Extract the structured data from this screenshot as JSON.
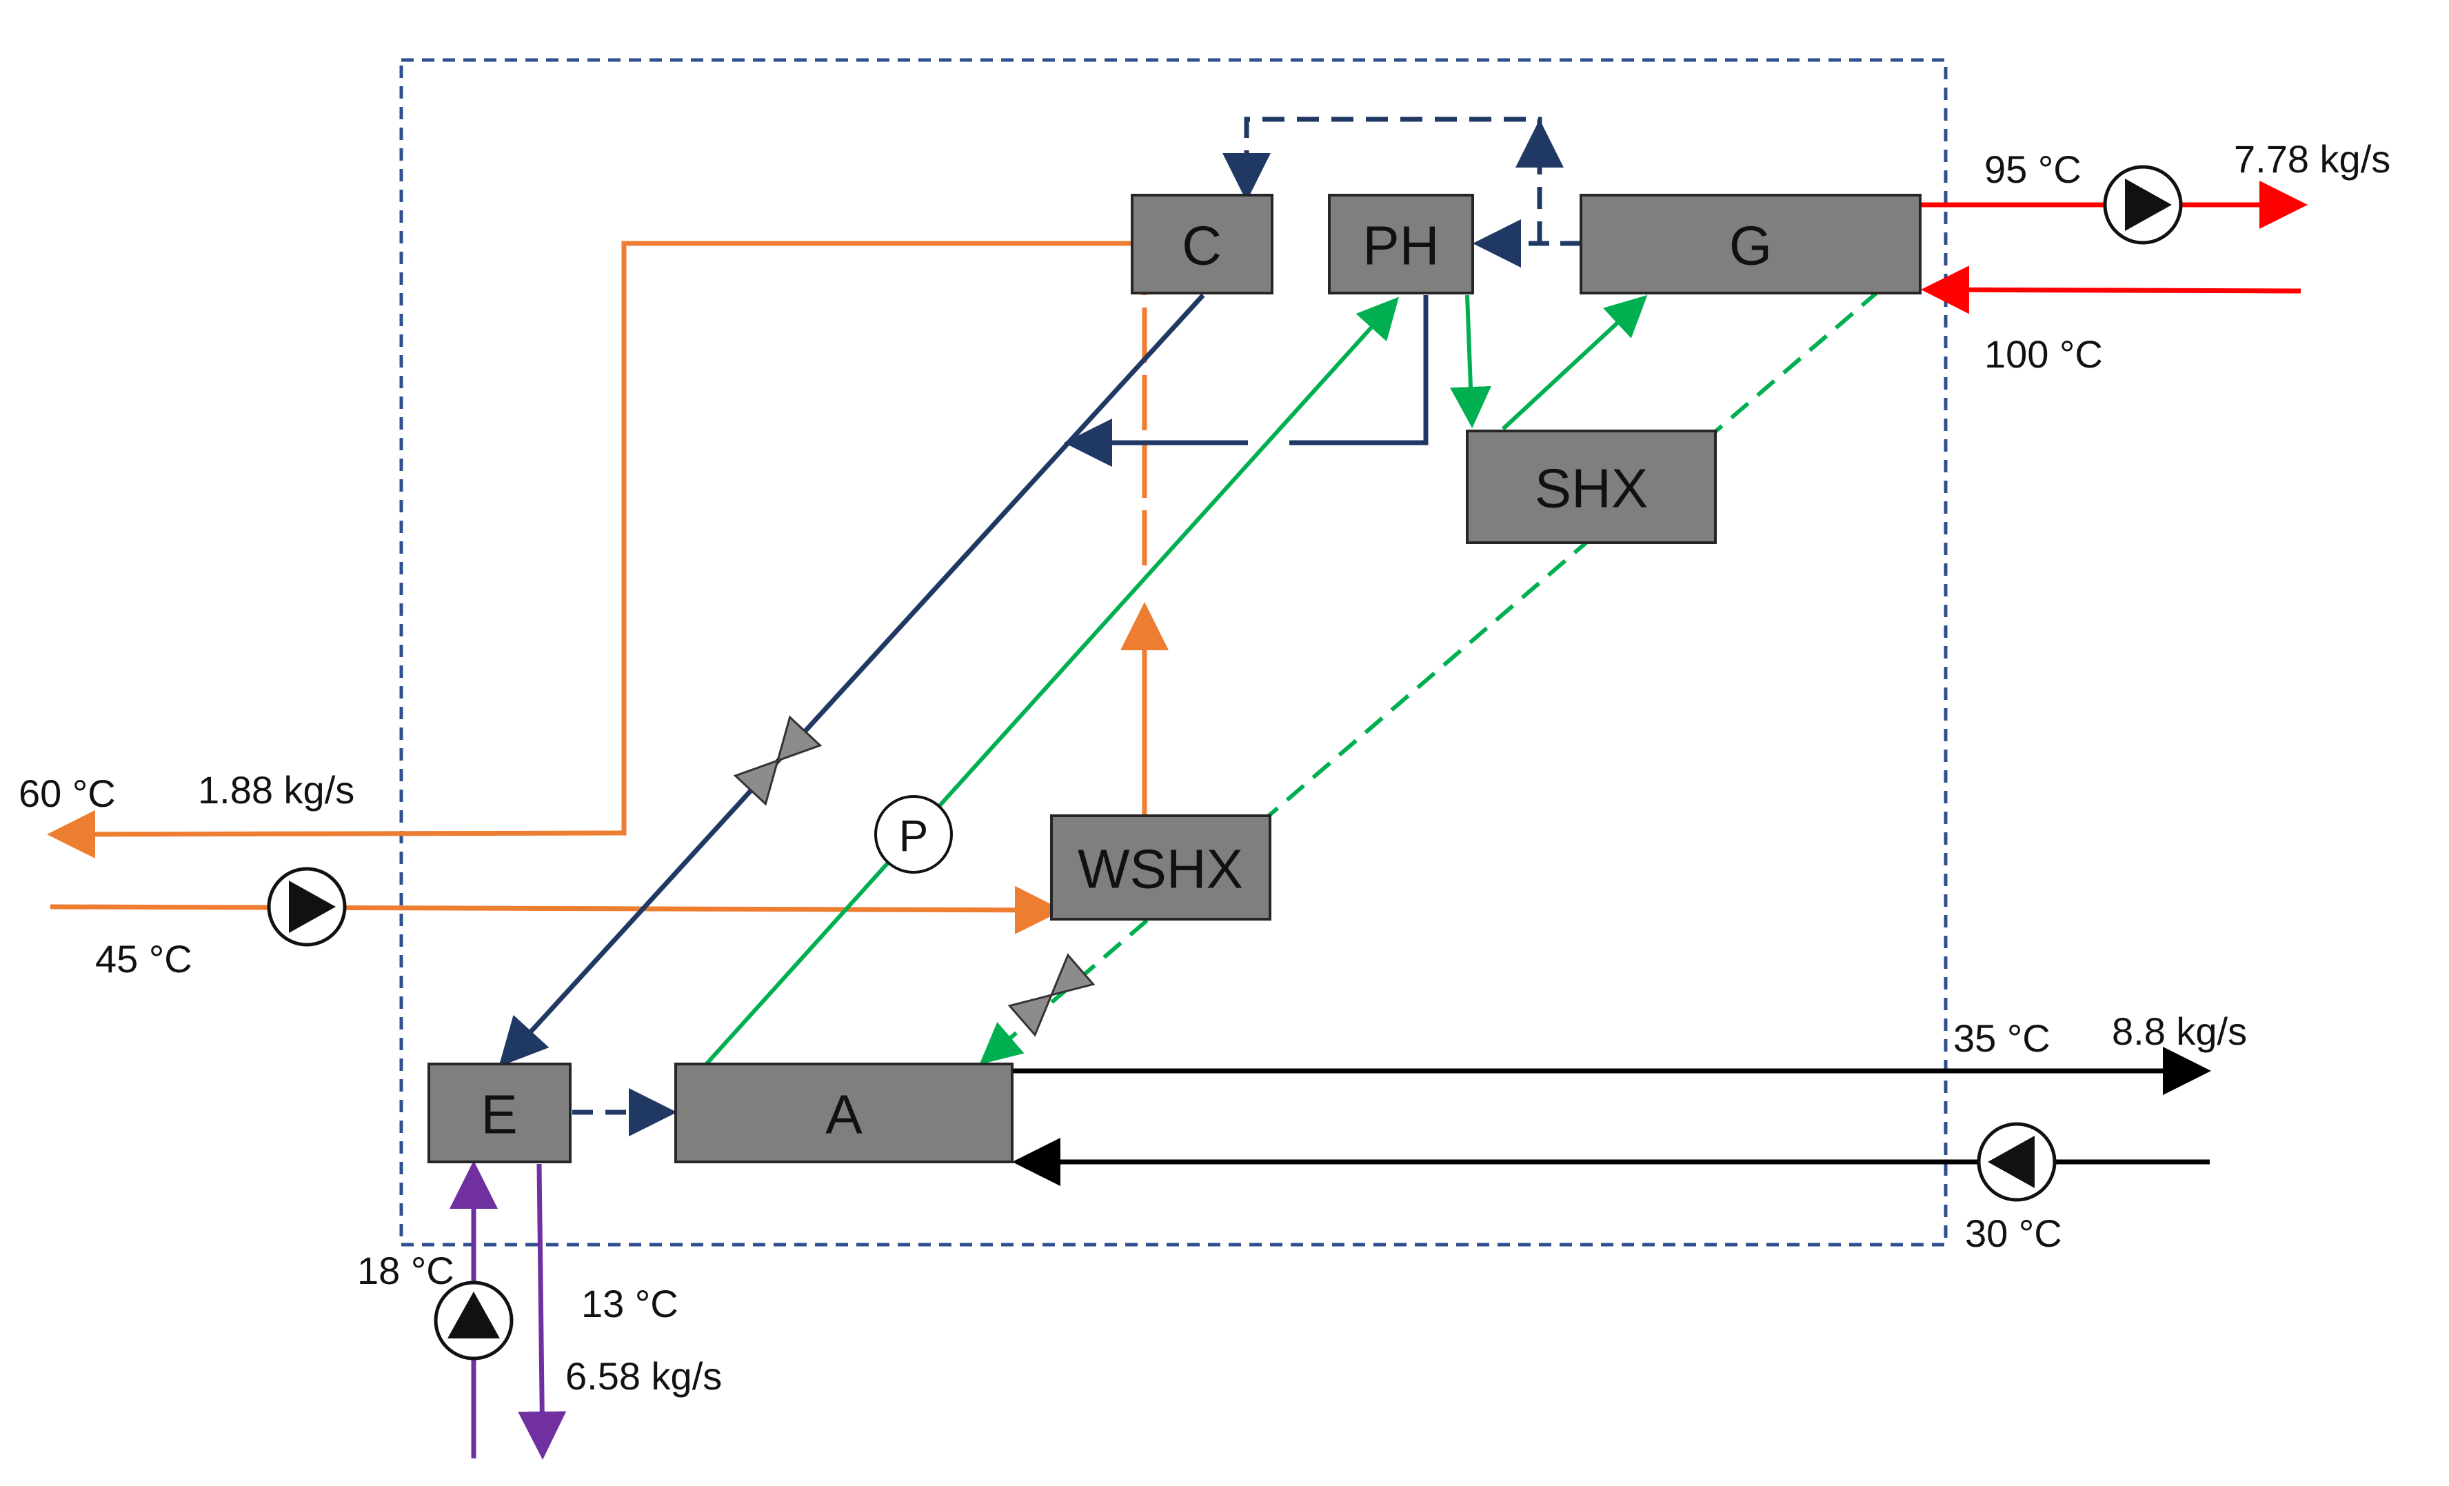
{
  "components": {
    "condenser": "C",
    "pre_heater": "PH",
    "generator": "G",
    "solution_heat_exchanger": "SHX",
    "water_solution_heat_exchanger": "WSHX",
    "evaporator": "E",
    "absorber": "A",
    "solution_pump": "P"
  },
  "annotations": {
    "hot_supply_temp": "95 °C",
    "hot_flow": "7.78 kg/s",
    "hot_return_temp": "100 °C",
    "heating_out_temp": "60 °C",
    "heating_flow": "1.88 kg/s",
    "heating_in_temp": "45 °C",
    "cooling_out_temp": "35 °C",
    "cooling_flow": "8.8  kg/s",
    "cooling_in_temp": "30 °C",
    "chilled_in_temp": "18 °C",
    "chilled_out_temp": "13 °C",
    "chilled_flow": "6.58 kg/s"
  },
  "colors": {
    "boundary": "#2f4f8f",
    "refrigerant": "#1f3864",
    "hot_water": "#ff0000",
    "heating_water": "#ed7d31",
    "solution": "#00b050",
    "cooling_water": "#000000",
    "chilled_water": "#7030a0",
    "component_fill": "#7f7f7f"
  },
  "icons": {
    "pump": "pump-icon",
    "valve": "expansion-valve-icon"
  }
}
